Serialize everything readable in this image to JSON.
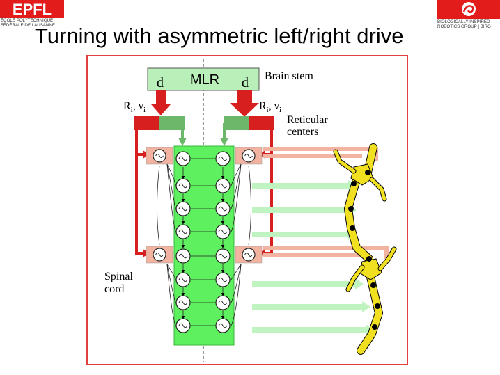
{
  "slide": {
    "title": "Turning with asymmetric left/right drive"
  },
  "logos": {
    "left": {
      "mark": "EPFL",
      "line1": "ÉCOLE POLYTECHNIQUE",
      "line2": "FÉDÉRALE DE LAUSANNE"
    },
    "right": {
      "line1": "BIOLOGICALLY INSPIRED",
      "line2": "ROBOTICS GROUP | BIRG"
    }
  },
  "diagram": {
    "mlr_label": "MLR",
    "d_left": "d",
    "d_right": "d",
    "brain_stem": "Brain stem",
    "r_left": "R",
    "r_right": "R",
    "sub_i": "i",
    "nu_comma": ", ν",
    "reticular_line1": "Reticular",
    "reticular_line2": "centers",
    "spinal_line1": "Spinal",
    "spinal_line2": "cord"
  },
  "colors": {
    "frame": "#e04040",
    "red_drive": "#d81f1f",
    "green_drive": "#6bb86b",
    "spinal_green": "#5ef05e",
    "reticular_pink": "#f2b3a0",
    "salamander_yellow": "#f0e020",
    "mlr_fill": "#b9efb9",
    "logo_red": "#e21b1b"
  }
}
